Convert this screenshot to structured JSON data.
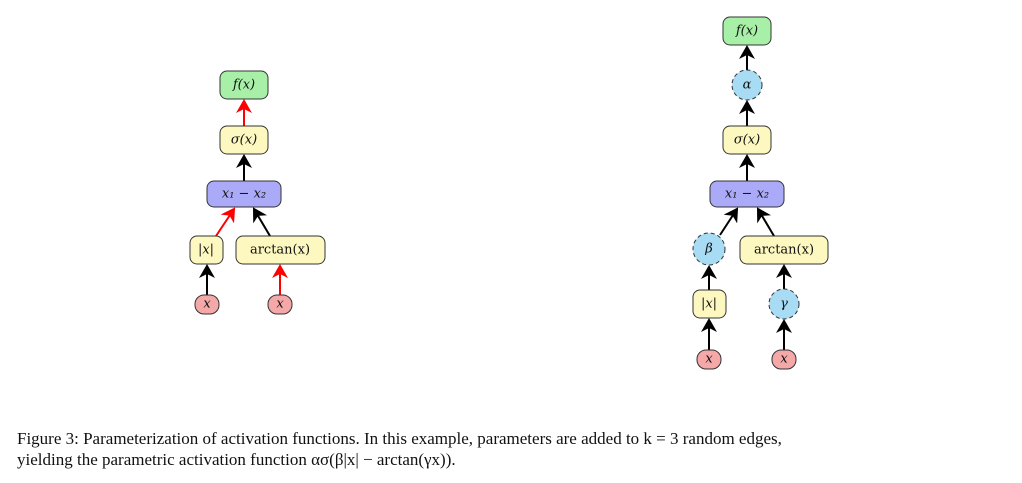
{
  "colors": {
    "output": "#a8f0a8",
    "function": "#fdf8c0",
    "binary": "#aaaaf8",
    "input": "#f4a8a8",
    "param": "#a8dcf4",
    "highlight": "#ff0000",
    "edge": "#000000"
  },
  "left": {
    "f": "f(x)",
    "sigma": "σ(x)",
    "binary": "x₁ − x₂",
    "abs": "|x|",
    "arctan": "arctan(x)",
    "x1": "x",
    "x2": "x"
  },
  "right": {
    "f": "f(x)",
    "alpha": "α",
    "sigma": "σ(x)",
    "binary": "x₁ − x₂",
    "beta": "β",
    "arctan": "arctan(x)",
    "abs": "|x|",
    "gamma": "γ",
    "x1": "x",
    "x2": "x"
  },
  "caption": {
    "line1": "Figure 3: Parameterization of activation functions. In this example, parameters are added to k = 3 random edges,",
    "line2": "yielding the parametric activation function ασ(β|x| − arctan(γx))."
  }
}
